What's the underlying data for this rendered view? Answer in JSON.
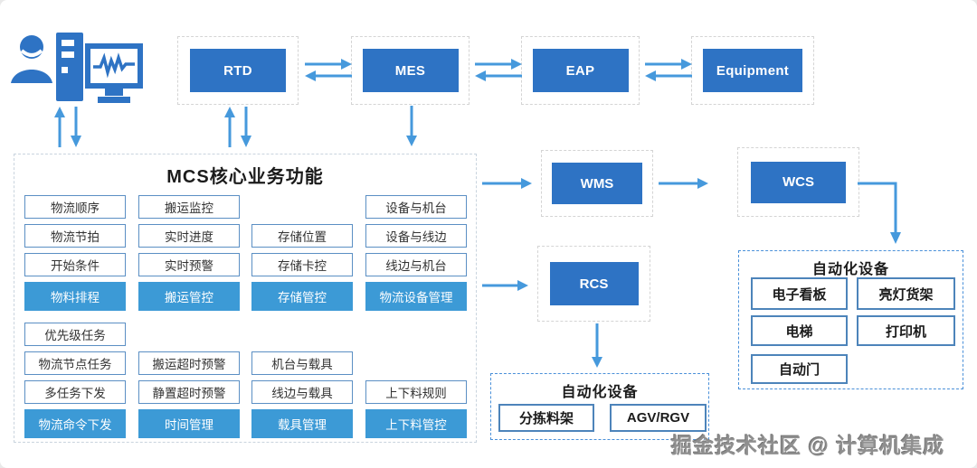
{
  "top_row": {
    "operator_icon": "operator-workstation-icon",
    "nodes": [
      {
        "label": "RTD"
      },
      {
        "label": "MES"
      },
      {
        "label": "EAP"
      },
      {
        "label": "Equipment"
      }
    ]
  },
  "mcs": {
    "title": "MCS核心业务功能",
    "cells": [
      "物流顺序",
      "搬运监控",
      "设备与机台",
      "物流节拍",
      "实时进度",
      "存储位置",
      "设备与线边",
      "开始条件",
      "实时预警",
      "存储卡控",
      "线边与机台",
      "物料排程",
      "搬运管控",
      "存储管控",
      "物流设备管理",
      "优先级任务",
      "物流节点任务",
      "搬运超时预警",
      "机台与载具",
      "多任务下发",
      "静置超时预警",
      "线边与载具",
      "上下料规则",
      "物流命令下发",
      "时间管理",
      "载具管理",
      "上下料管控"
    ]
  },
  "systems": {
    "wms": "WMS",
    "wcs": "WCS",
    "rcs": "RCS"
  },
  "automation_right": {
    "title": "自动化设备",
    "items": [
      "电子看板",
      "亮灯货架",
      "电梯",
      "打印机",
      "自动门"
    ]
  },
  "automation_bottom": {
    "title": "自动化设备",
    "items": [
      "分拣料架",
      "AGV/RGV"
    ]
  },
  "watermark": "掘金技术社区 @ 计算机集成",
  "colors": {
    "primary_blue": "#2e73c4",
    "light_blue_fill": "#3c9ad6",
    "arrow_blue": "#4699dc",
    "cell_border_blue": "#5b8fc4",
    "dashed_gray": "#d4d4d4",
    "dashed_blue": "#4a90d9"
  }
}
